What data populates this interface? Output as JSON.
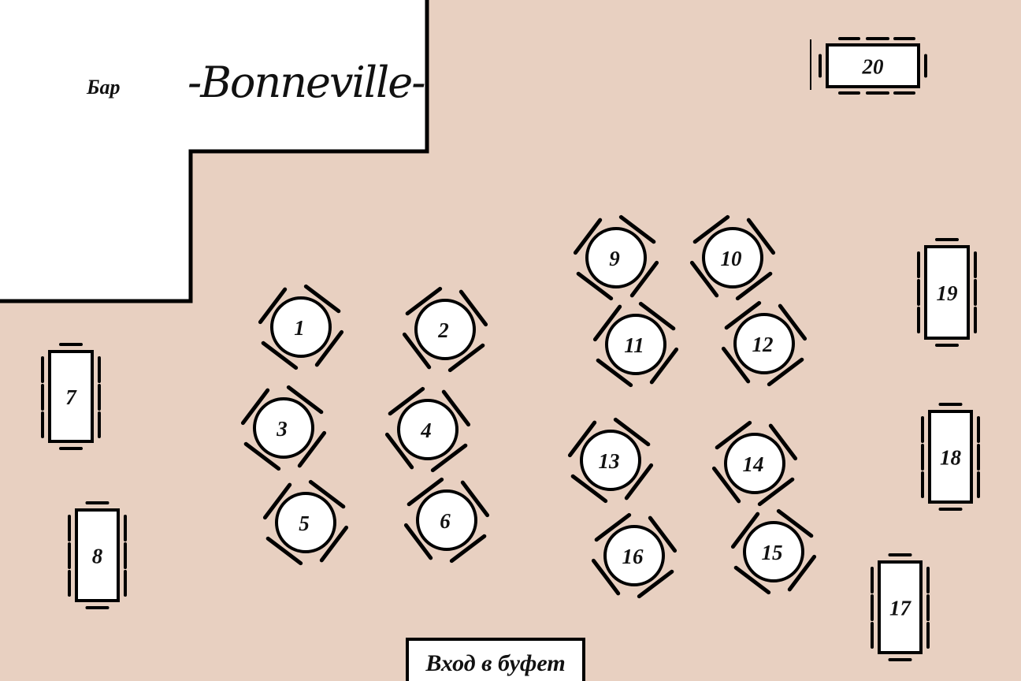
{
  "bar": {
    "label": "Бар",
    "logo": "-Bonneville-"
  },
  "entrance": {
    "label": "Вход в буфет"
  },
  "round_tables": [
    "1",
    "2",
    "3",
    "4",
    "5",
    "6",
    "9",
    "10",
    "11",
    "12",
    "13",
    "14",
    "15",
    "16"
  ],
  "rect_tables": [
    "7",
    "8",
    "17",
    "18",
    "19",
    "20"
  ],
  "colors": {
    "floor": "#e8d0c1",
    "table": "#ffffff",
    "line": "#000000"
  }
}
